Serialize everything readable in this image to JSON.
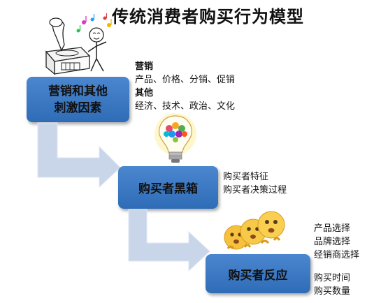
{
  "title": "传统消费者购买行为模型",
  "boxes": {
    "stimulus": {
      "line1": "营销和其他",
      "line2": "刺激因素"
    },
    "blackbox": {
      "label": "购买者黑箱"
    },
    "response": {
      "label": "购买者反应"
    }
  },
  "stimulus_notes": {
    "marketing_heading": "营销",
    "marketing_items": "产品、价格、分销、促销",
    "other_heading": "其他",
    "other_items": "经济、技术、政治、文化"
  },
  "blackbox_notes": {
    "line1": "购买者特征",
    "line2": "购买者决策过程"
  },
  "response_notes": {
    "item1": "产品选择",
    "item2": "品牌选择",
    "item3": "经销商选择",
    "item4": "购买时间",
    "item5": "购买数量"
  },
  "colors": {
    "box": "#3a78c2",
    "arrow": "#c9d6ea"
  },
  "illustrations": [
    "gramophone-listener-icon",
    "lightbulb-brain-icon",
    "emoji-faces-icon"
  ]
}
